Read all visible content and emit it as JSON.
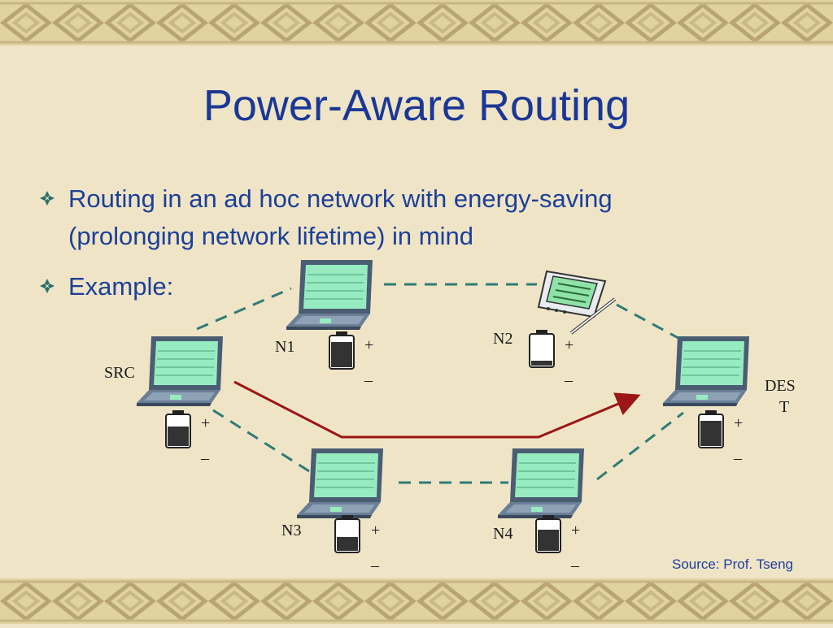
{
  "slide": {
    "title": "Power-Aware Routing",
    "bullets": [
      "Routing in an ad hoc network with energy-saving (prolonging network lifetime) in mind",
      "Example:"
    ],
    "source": "Source: Prof. Tseng"
  },
  "colors": {
    "title": "#1b3796",
    "bullet_marker": "#2e6e6e",
    "link_dashed": "#2e7b78",
    "route": "#9b1616",
    "screen": "#97ebc1",
    "laptop_body": "#4a5d73"
  },
  "nodes": [
    {
      "id": "SRC",
      "label": "SRC",
      "device": "laptop",
      "battery_fill": 0.65
    },
    {
      "id": "N1",
      "label": "N1",
      "device": "laptop",
      "battery_fill": 0.85
    },
    {
      "id": "N2",
      "label": "N2",
      "device": "pda",
      "battery_fill": 0.15
    },
    {
      "id": "N3",
      "label": "N3",
      "device": "laptop",
      "battery_fill": 0.45
    },
    {
      "id": "N4",
      "label": "N4",
      "device": "laptop",
      "battery_fill": 0.7
    },
    {
      "id": "DEST",
      "label_lines": [
        "DES",
        "T"
      ],
      "device": "laptop",
      "battery_fill": 0.85
    }
  ],
  "battery_terminals": {
    "positive": "+",
    "negative": "–"
  },
  "links": [
    {
      "from": "SRC",
      "to": "N1"
    },
    {
      "from": "N1",
      "to": "N2"
    },
    {
      "from": "N2",
      "to": "DEST"
    },
    {
      "from": "SRC",
      "to": "N3"
    },
    {
      "from": "N3",
      "to": "N4"
    },
    {
      "from": "N4",
      "to": "DEST"
    }
  ],
  "route": [
    "SRC",
    "N3",
    "N4",
    "DEST"
  ]
}
